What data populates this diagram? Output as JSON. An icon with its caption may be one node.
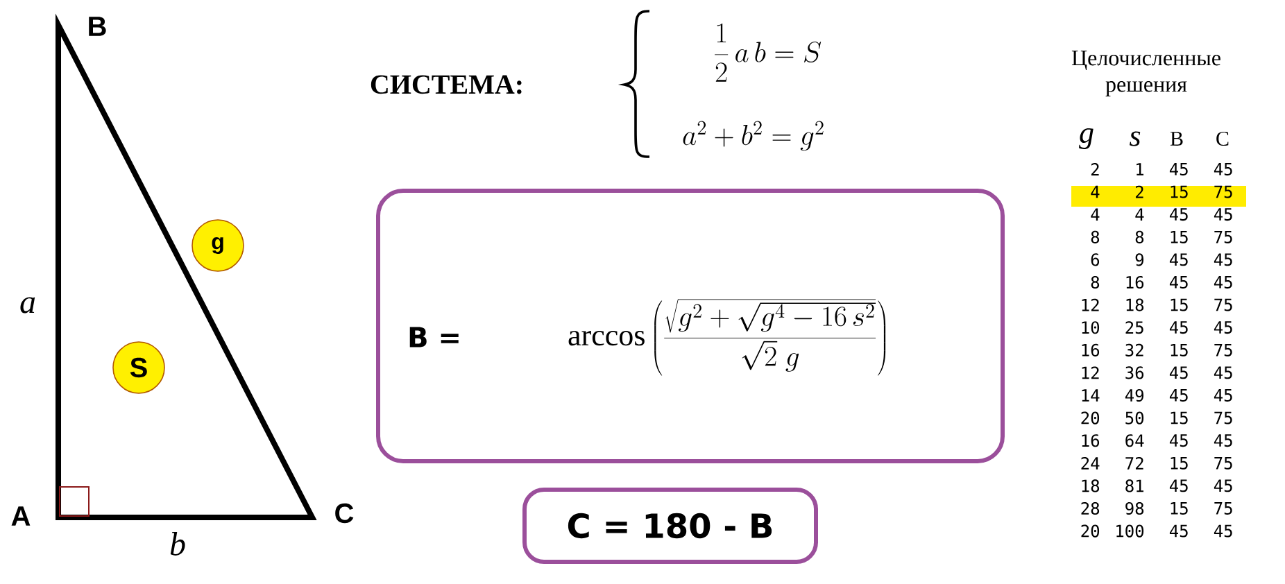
{
  "diagram": {
    "nodes": [
      {
        "text": [
          "g"
        ]
      },
      {
        "text": [
          "S"
        ]
      },
      {
        "text": [
          "B =",
          "\\arccos\\left(\\frac{\\sqrt{g^{2}+\\sqrt{g^{4}-16\\,s^{2}}}}{\\sqrt{2}\\;g}\\right)"
        ]
      },
      {
        "text": [
          "C = 180  -  B"
        ]
      }
    ],
    "edges": [],
    "labels": [
      "B",
      "A",
      "C",
      "a",
      "b",
      "СИСТЕМА:",
      "\\frac{1}{2}\\,a\\,b = S",
      "a^{2}+b^{2}=g^{2}",
      "Целочисленные решения",
      "g",
      "s",
      "B",
      "C",
      "2",
      "1",
      "45",
      "45",
      "4",
      "2",
      "15",
      "75",
      "4",
      "4",
      "45",
      "45",
      "8",
      "8",
      "15",
      "75",
      "6",
      "9",
      "45",
      "45",
      "8",
      "16",
      "45",
      "45",
      "12",
      "18",
      "15",
      "75",
      "10",
      "25",
      "45",
      "45",
      "16",
      "32",
      "15",
      "75",
      "12",
      "36",
      "45",
      "45",
      "14",
      "49",
      "45",
      "45",
      "20",
      "50",
      "15",
      "75",
      "16",
      "64",
      "45",
      "45",
      "24",
      "72",
      "15",
      "75",
      "18",
      "81",
      "45",
      "45",
      "28",
      "98",
      "15",
      "75",
      "20",
      "100",
      "45",
      "45"
    ]
  }
}
